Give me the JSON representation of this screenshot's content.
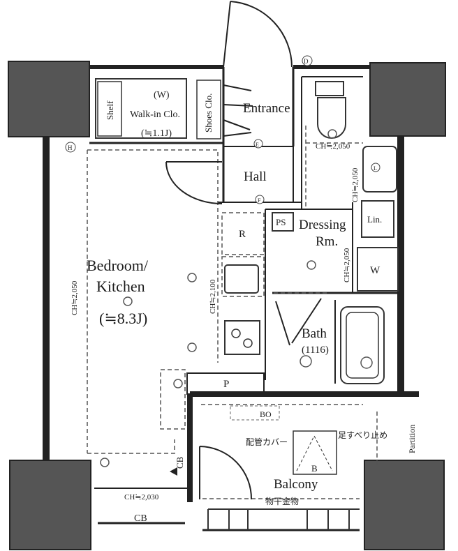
{
  "rooms": {
    "entrance": "Entrance",
    "hall": "Hall",
    "walkin_w": "(W)",
    "walkin": "Walk-in Clo.",
    "walkin_size": "(≒1.1J)",
    "shelf": "Shelf",
    "shoes": "Shoes Clo.",
    "bedroom_line1": "Bedroom/",
    "bedroom_line2": "Kitchen",
    "bedroom_size": "(≒8.3J)",
    "dressing_line1": "Dressing",
    "dressing_line2": "Rm.",
    "lin": "Lin.",
    "ps": "PS",
    "r": "R",
    "w": "W",
    "bath": "Bath",
    "bath_size": "(1116)",
    "p": "P",
    "balcony": "Balcony",
    "bo": "BO",
    "b": "B",
    "cb_side": "CB",
    "cb_bottom": "CB",
    "partition": "Partition"
  },
  "dims": {
    "ch_toilet": "CH≒2,050",
    "ch_wash": "CH≒2,050",
    "ch_dressing": "CH≒2,050",
    "ch_bedroom": "CH≒2,050",
    "ch_kitchen": "CH≒2,100",
    "ch_bottom": "CH≒2,030"
  },
  "notes": {
    "piping_cover": "配管カバー",
    "anti_slip": "足すべり止め",
    "laundry": "物干金物"
  },
  "symbols": {
    "d": "D",
    "e": "E",
    "f": "F",
    "h": "H",
    "l": "L"
  }
}
